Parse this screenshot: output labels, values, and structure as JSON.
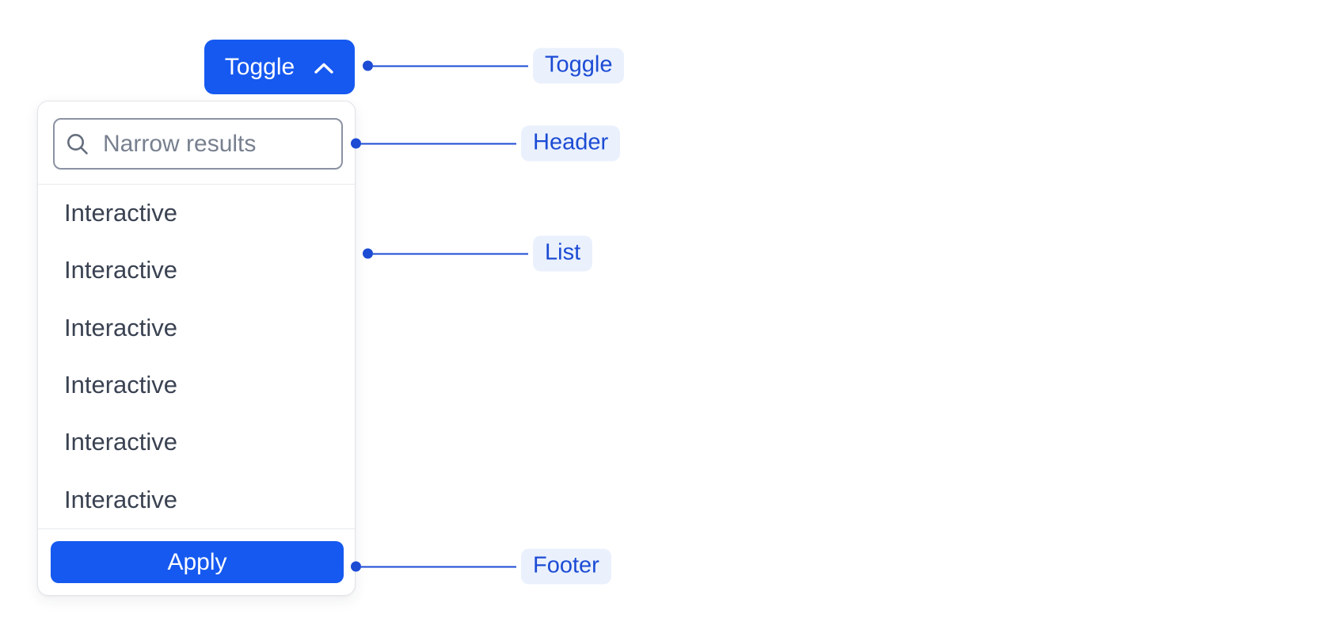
{
  "toggle_button": {
    "label": "Toggle",
    "icon": "chevron-up-icon"
  },
  "dropdown": {
    "search": {
      "placeholder": "Narrow results",
      "icon": "magnifier-icon",
      "value": ""
    },
    "items": [
      "Interactive",
      "Interactive",
      "Interactive",
      "Interactive",
      "Interactive",
      "Interactive"
    ],
    "footer": {
      "apply_label": "Apply"
    }
  },
  "annotations": {
    "toggle": "Toggle",
    "header": "Header",
    "list": "List",
    "footer": "Footer"
  },
  "colors": {
    "primary_blue": "#1659f0",
    "annotation_blue": "#1c4bd4",
    "annotation_label_bg": "#eaf1fd",
    "panel_border": "#e2e4e9",
    "input_border": "#8b92a2",
    "placeholder_gray": "#78808f",
    "item_text": "#3a4252"
  }
}
